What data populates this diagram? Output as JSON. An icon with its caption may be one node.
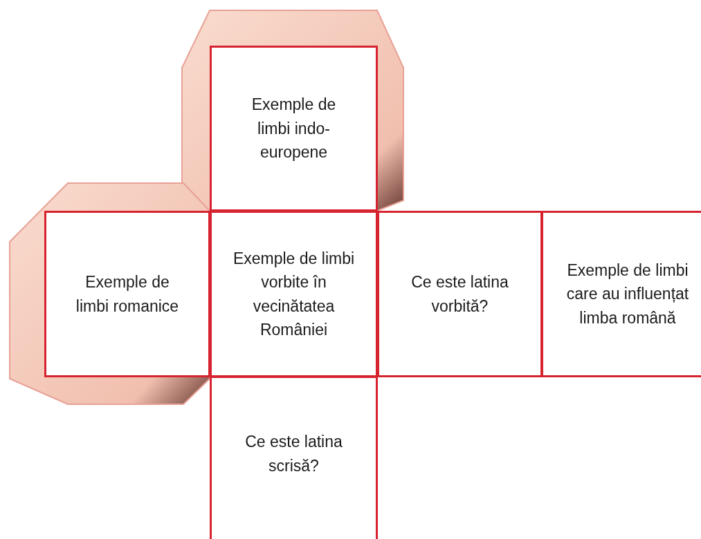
{
  "diagram": {
    "nodes": [
      {
        "text": [
          "Exemple de limbi indo-europene"
        ]
      },
      {
        "text": [
          "Exemple de limbi romanice"
        ]
      },
      {
        "text": [
          "Exemple de limbi vorbite în vecinătatea României"
        ]
      },
      {
        "text": [
          "Ce este latina vorbită?"
        ]
      },
      {
        "text": [
          "Exemple de limbi care au influențat limba română"
        ]
      },
      {
        "text": [
          "Ce este latina scrisă?"
        ]
      }
    ]
  }
}
